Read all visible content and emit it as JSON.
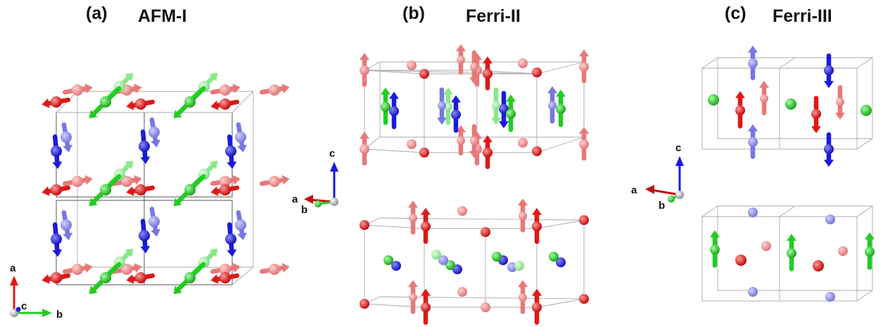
{
  "colors": {
    "red": "#e01818",
    "red_light": "#e87878",
    "blue": "#1a1adc",
    "blue_light": "#7777e0",
    "green": "#22cc22",
    "green_light": "#88e888",
    "white_atom": "#cccccc"
  },
  "panels": [
    {
      "label": "(a)",
      "title": "AFM-I",
      "axes": {
        "vertical": "a",
        "out": "c",
        "horizontal": "b"
      }
    },
    {
      "label": "(b)",
      "title": "Ferri-II",
      "axes": {
        "vertical": "c",
        "left": "a",
        "out": "b"
      }
    },
    {
      "label": "(c)",
      "title": "Ferri-III",
      "axes": {
        "vertical": "c",
        "left": "a",
        "out": "b"
      }
    }
  ]
}
